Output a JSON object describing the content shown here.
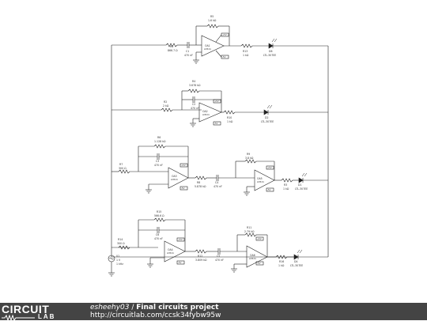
{
  "labels": {
    "R5": "R5",
    "R5v": "1.6 kΩ",
    "R1": "R1",
    "R1v": "866.7 Ω",
    "C1": "C1",
    "C1v": "470 nF",
    "OA1": "OA1",
    "OA1m": "LM324",
    "R13": "R13",
    "R13v": "1 kΩ",
    "D6": "D6",
    "D6m": "LTL-307EE",
    "R4": "R4",
    "R4v": "3.678 kΩ",
    "C2": "C2",
    "C2v": "470 nF",
    "R2": "R2",
    "R2v": "2 kΩ",
    "OA2": "OA2",
    "OA2m": "LM324",
    "R10": "R10",
    "R10v": "1 kΩ",
    "D2": "D2",
    "D2m": "LTL-307EE",
    "R6": "R6",
    "R6v": "1.128 kΩ",
    "C3": "C3",
    "C3v": "470 nF",
    "R7": "R7",
    "R7v": "300 Ω",
    "OA3": "OA3",
    "OA3m": "LM324",
    "R8": "R8",
    "R8v": "5.878 kΩ",
    "C4": "C4",
    "C4v": "470 nF",
    "R9": "R9",
    "R9v": "3.8 kΩ",
    "OA5": "OA5",
    "OA5m": "LM324",
    "R3": "R3",
    "R3v": "1 kΩ",
    "D1": "D1",
    "D1m": "LTL-307EE",
    "R15": "R15",
    "R15v": "566.6 Ω",
    "C6": "C6",
    "C6v": "470 nF",
    "R14": "R14",
    "R14v": "300 Ω",
    "OA4": "OA4",
    "OA4m": "LM324",
    "R12": "R12",
    "R12v": "3.809 kΩ",
    "C5": "C5",
    "C5v": "470 nF",
    "R11": "R11",
    "R11v": "2.79 kΩ",
    "OA6": "OA6",
    "OA6m": "LM324",
    "R16": "R16",
    "R16v": "1 kΩ",
    "D4": "D4",
    "D4m": "LTL-307EE",
    "V1": "V1",
    "V1v": "1 V",
    "V1f": "1 kHz",
    "vp": "+5V",
    "vn": "-5V"
  },
  "footer": {
    "logo_top": "CIRCUIT",
    "logo_bottom": "LAB",
    "author": "esheehy03",
    "separator": " / ",
    "title": "Final circuits project",
    "url": "http://circuitlab.com/ccsk34fybw95w"
  }
}
